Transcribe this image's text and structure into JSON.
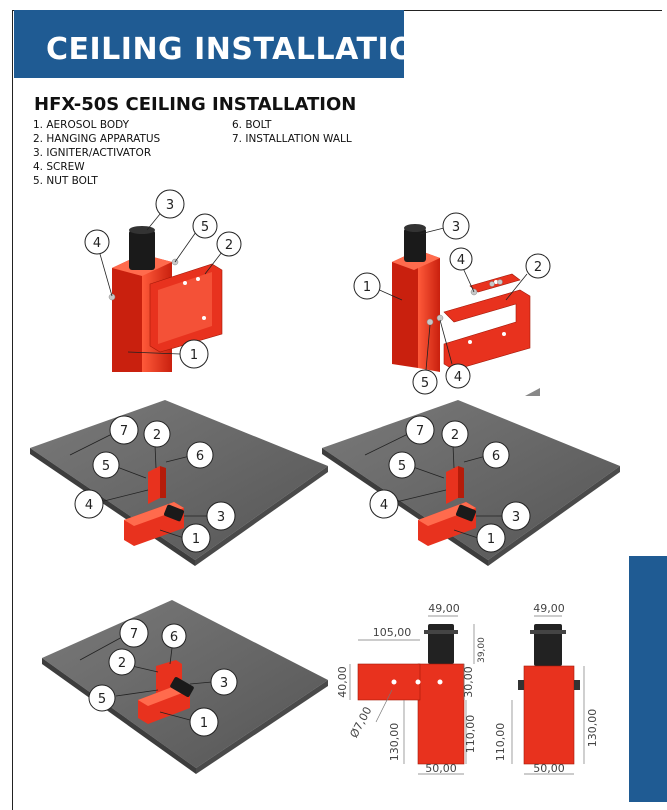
{
  "header": {
    "title": "CEILING INSTALLATION"
  },
  "section": {
    "title": "HFX-50S CEILING INSTALLATION"
  },
  "legend": {
    "col1": [
      "1. AEROSOL BODY",
      "2. HANGING APPARATUS",
      "3. IGNITER/ACTIVATOR",
      "4. SCREW",
      "5. NUT BOLT"
    ],
    "col2": [
      "6. BOLT",
      "7. INSTALLATION WALL"
    ]
  },
  "callouts": {
    "n1": "1",
    "n2": "2",
    "n3": "3",
    "n4": "4",
    "n5": "5",
    "n6": "6",
    "n7": "7"
  },
  "dimensions": {
    "d49": "49,00",
    "d105": "105,00",
    "d39": "39,00",
    "d40": "40,00",
    "d30": "30,00",
    "d7": "Ø7,00",
    "d130": "130,00",
    "d110": "110,00",
    "d50": "50,00"
  },
  "colors": {
    "brand": "#1f5b93",
    "product": "#e8321e",
    "wall": "#6b6b6b"
  }
}
